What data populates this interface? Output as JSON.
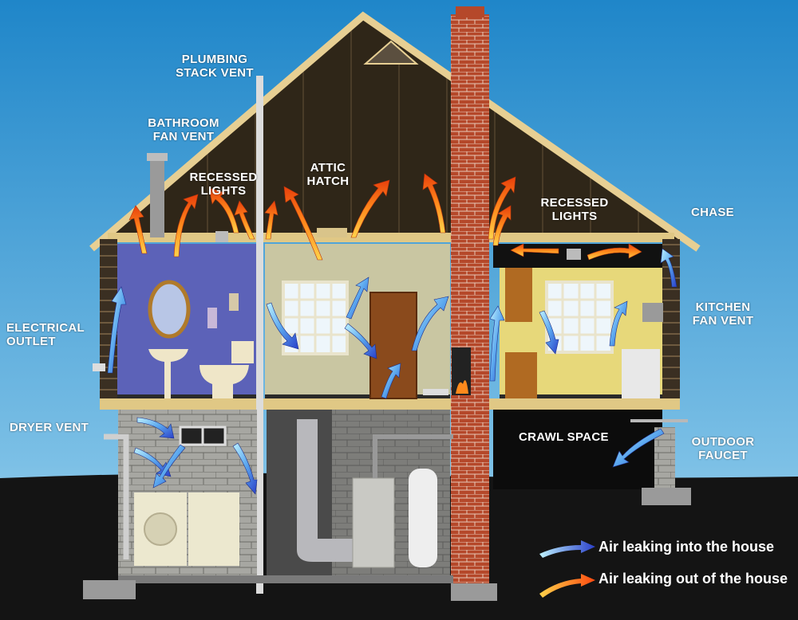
{
  "colors": {
    "sky_top": "#1f86c9",
    "sky_bottom": "#bfe2f2",
    "ground": "#1a1a1a",
    "attic": "#2f2618",
    "trim": "#e7cf93",
    "brick": "#b5482a",
    "bathroom": "#5c62b8",
    "living": "#c9c6a2",
    "kitchen": "#e7d87a",
    "basement_block": "#a9a9a4",
    "air_in": "#3a63d8",
    "air_out": "#ff6a12"
  },
  "labels": {
    "plumbing_stack_vent": [
      "PLUMBING",
      "STACK VENT"
    ],
    "bathroom_fan_vent": [
      "BATHROOM",
      "FAN VENT"
    ],
    "recessed_lights_left": [
      "RECESSED",
      "LIGHTS"
    ],
    "attic_hatch": [
      "ATTIC",
      "HATCH"
    ],
    "recessed_lights_right": [
      "RECESSED",
      "LIGHTS"
    ],
    "chase": [
      "CHASE"
    ],
    "electrical_outlet": [
      "ELECTRICAL",
      "OUTLET"
    ],
    "kitchen_fan_vent": [
      "KITCHEN",
      "FAN VENT"
    ],
    "dryer_vent": [
      "DRYER VENT"
    ],
    "crawl_space": [
      "CRAWL SPACE"
    ],
    "outdoor_faucet": [
      "OUTDOOR",
      "FAUCET"
    ]
  },
  "legend": {
    "air_in": "Air leaking into the house",
    "air_out": "Air leaking out of the house"
  }
}
